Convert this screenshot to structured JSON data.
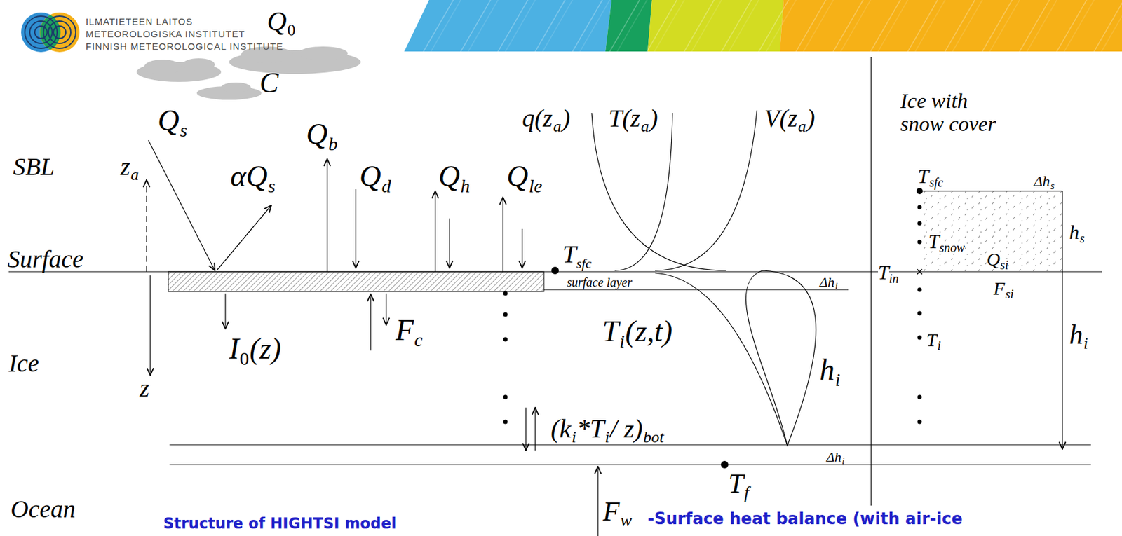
{
  "diagram": {
    "labels": [
      "ILMATIETEEN LAITOS",
      "METEOROLOGISKA INSTITUTET",
      "FINNISH METEOROLOGICAL INSTITUTE",
      "Q",
      "0",
      "C",
      "Q",
      "s",
      "Q",
      "b",
      "SBL",
      "z",
      "a",
      "αQ",
      "s",
      "Q",
      "d",
      "Q",
      "h",
      "Q",
      "le",
      "q(z",
      "a",
      ")",
      "T(z",
      "a",
      ")",
      "V(z",
      "a",
      ")",
      "Ice with",
      "snow cover",
      "Surface",
      "T",
      "sfc",
      "surface layer",
      "Δh",
      "i",
      "T",
      "sfc",
      "Δh",
      "s",
      "T",
      "snow",
      "h",
      "s",
      "T",
      "in",
      "Q",
      "si",
      "F",
      "si",
      "T",
      "i",
      "h",
      "i",
      "Ice",
      "I",
      "0",
      "(z)",
      "F",
      "c",
      "T",
      "i",
      "(z,t)",
      "h",
      "i",
      "z",
      "(k",
      "i",
      "*T",
      "i",
      "/ z)",
      "bot",
      "Δh",
      "i",
      "T",
      "f",
      "Ocean",
      "F",
      "w",
      "-Surface heat balance (with air-ice",
      "Structure of HIGHTSI model"
    ]
  }
}
